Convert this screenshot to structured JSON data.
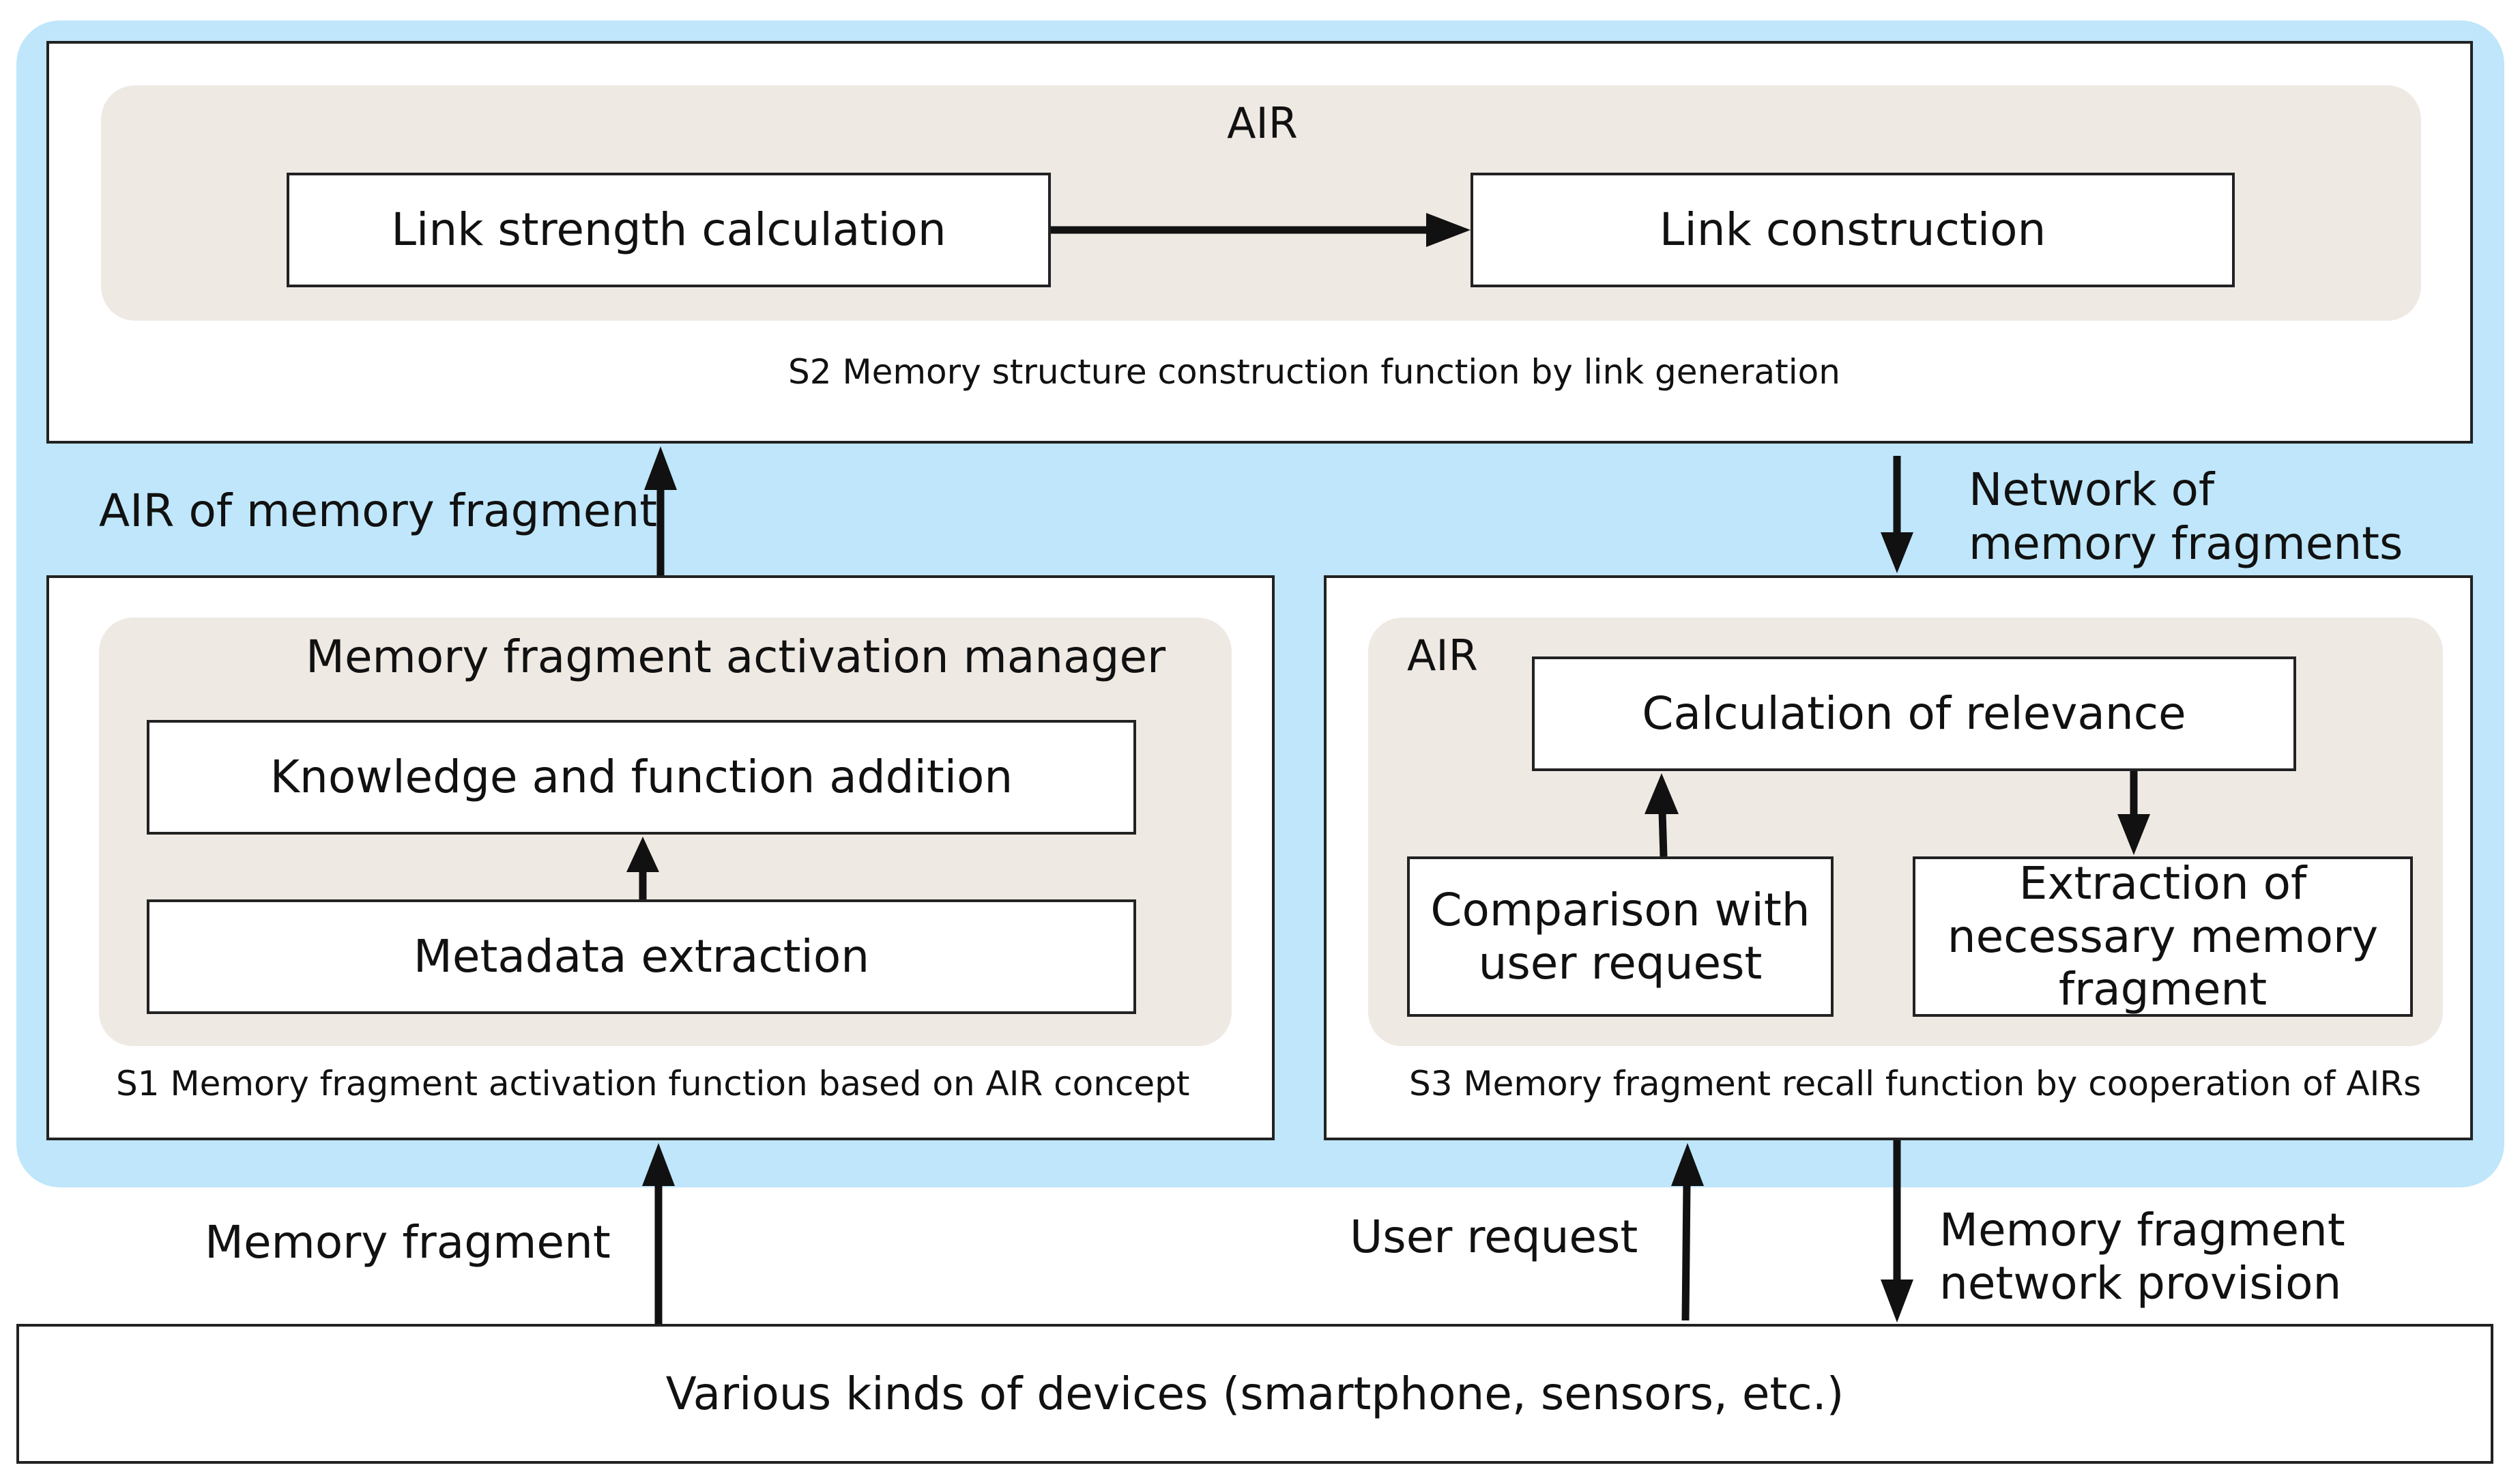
{
  "s2": {
    "air_label": "AIR",
    "step1": "Link strength calculation",
    "step2": "Link construction",
    "caption": "S2  Memory structure construction function by link generation"
  },
  "s1": {
    "manager_label": "Memory fragment activation manager",
    "step_top": "Knowledge and function addition",
    "step_bottom": "Metadata extraction",
    "caption": "S1  Memory fragment activation function based on AIR concept"
  },
  "s3": {
    "air_label": "AIR",
    "relevance": "Calculation of relevance",
    "comparison_line1": "Comparison with",
    "comparison_line2": "user request",
    "extraction_line1": "Extraction of",
    "extraction_line2": "necessary memory",
    "extraction_line3": "fragment",
    "caption": "S3  Memory fragment recall function by cooperation of AIRs"
  },
  "flows": {
    "air_of_memory_fragment": "AIR of memory fragment",
    "network_line1": "Network of",
    "network_line2": "memory fragments",
    "memory_fragment": "Memory fragment",
    "user_request": "User request",
    "provision_line1": "Memory fragment",
    "provision_line2": "network provision"
  },
  "devices": "Various kinds of devices (smartphone, sensors, etc.)",
  "colors": {
    "outer_background": "#bfe6fa",
    "inner_background": "#efe9e4",
    "box_border": "#222222"
  }
}
